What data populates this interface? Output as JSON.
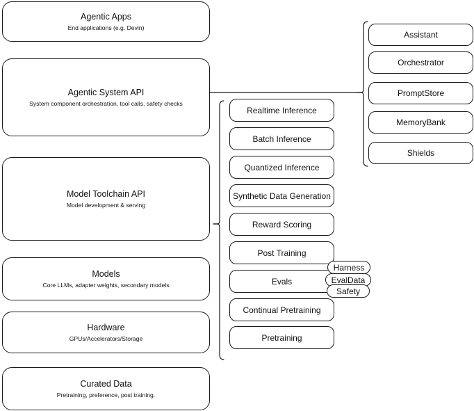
{
  "diagram": {
    "title": "AI stack layers with capability groups",
    "stroke_color": "#1a1a1a",
    "background_color": "#ffffff"
  },
  "stack_layers": [
    {
      "name": "agentic-apps",
      "title": "Agentic Apps",
      "subtitle": "End applications (e.g. Devin)"
    },
    {
      "name": "agentic-system-api",
      "title": "Agentic System API",
      "subtitle": "System component orchestration, tool calls, safety checks"
    },
    {
      "name": "model-toolchain-api",
      "title": "Model Toolchain API",
      "subtitle": "Model development & serving"
    },
    {
      "name": "models",
      "title": "Models",
      "subtitle": "Core LLMs, adapter weights, secondary models"
    },
    {
      "name": "hardware",
      "title": "Hardware",
      "subtitle": "GPUs/Accelerators/Storage"
    },
    {
      "name": "curated-data",
      "title": "Curated Data",
      "subtitle": "Pretraining, preference, post training."
    }
  ],
  "toolchain_capabilities": [
    {
      "name": "realtime-inference",
      "label": "Realtime Inference"
    },
    {
      "name": "batch-inference",
      "label": "Batch Inference"
    },
    {
      "name": "quantized-inference",
      "label": "Quantized Inference"
    },
    {
      "name": "synthetic-data-generation",
      "label": "Synthetic Data Generation"
    },
    {
      "name": "reward-scoring",
      "label": "Reward Scoring"
    },
    {
      "name": "post-training",
      "label": "Post Training"
    },
    {
      "name": "evals",
      "label": "Evals"
    },
    {
      "name": "continual-pretraining",
      "label": "Continual Pretraining"
    },
    {
      "name": "pretraining",
      "label": "Pretraining"
    }
  ],
  "evals_subitems": [
    {
      "name": "harness",
      "label": "Harness"
    },
    {
      "name": "evaldata",
      "label": "EvalData"
    },
    {
      "name": "safety",
      "label": "Safety"
    }
  ],
  "agentic_components": [
    {
      "name": "assistant",
      "label": "Assistant"
    },
    {
      "name": "orchestrator",
      "label": "Orchestrator"
    },
    {
      "name": "promptstore",
      "label": "PromptStore"
    },
    {
      "name": "memorybank",
      "label": "MemoryBank"
    },
    {
      "name": "shields",
      "label": "Shields"
    }
  ]
}
